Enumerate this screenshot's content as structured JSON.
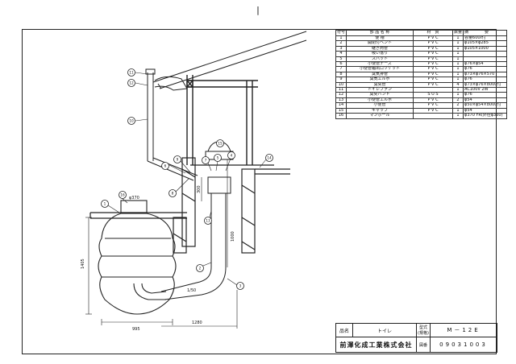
{
  "page_mark": "|",
  "parts_table": {
    "headers": [
      "符号",
      "部 品 名 称",
      "材　質",
      "数量",
      "摘　　　　要"
    ],
    "rows": [
      [
        "1",
        "便 槽",
        "P V C",
        "1",
        "容量600ℓ付"
      ],
      [
        "2",
        "開閉付ベント",
        "P V C",
        "1",
        "φ105×φ285"
      ],
      [
        "3",
        "継ぎ筒管",
        "P V C",
        "1",
        "φ105×1000"
      ],
      [
        "4",
        "吸い落り",
        "P V C",
        "1",
        ""
      ],
      [
        "5",
        "スパット",
        "P V C",
        "1",
        ""
      ],
      [
        "6",
        "小便管チーズ",
        "P V C",
        "1",
        "φ76×φ54"
      ],
      [
        "7",
        "小便管軸出ロソケット",
        "P V C",
        "1",
        "φ76"
      ],
      [
        "8",
        "臭気排管",
        "P V C",
        "1",
        "φ73×φ76×570"
      ],
      [
        "9",
        "臭気エルボ",
        "P V C",
        "1",
        "φ76"
      ],
      [
        "10",
        "臭突管",
        "P V C",
        "4",
        "φ73×φ76×8000付"
      ],
      [
        "11",
        "トイレファン",
        "",
        "1",
        "AC100V 2W"
      ],
      [
        "12",
        "臭突バンド",
        "S U S",
        "1",
        "φ76"
      ],
      [
        "13",
        "小便管エルボ",
        "P V C",
        "2",
        "φ54"
      ],
      [
        "14",
        "小便管",
        "P V C",
        "2",
        "φ50×φ54×8000付"
      ],
      [
        "15",
        "キャップ",
        "P V C",
        "1",
        "φ54"
      ],
      [
        "16",
        "マンホール",
        "",
        "1",
        "φ370 FR(外径φ350)"
      ]
    ]
  },
  "drawing": {
    "callouts": [
      "11",
      "12",
      "10",
      "6",
      "8",
      "9",
      "7",
      "5",
      "4",
      "2",
      "3",
      "13",
      "14",
      "15",
      "16",
      "1"
    ],
    "dimensions": {
      "manhole_dia": "φ370",
      "tank_height": "1405",
      "tank_width": "995",
      "run_length": "1280",
      "pipe_height": "1000",
      "offset": "300",
      "slope": "1/50"
    }
  },
  "title_block": {
    "name_label": "品名",
    "name_value": "トイレ",
    "model_label": "型式",
    "model_sub": "(規格)",
    "model_value": "M－12E",
    "company": "前澤化成工業株式会社",
    "drawing_no_label": "図番",
    "drawing_no_value": "09031003"
  }
}
